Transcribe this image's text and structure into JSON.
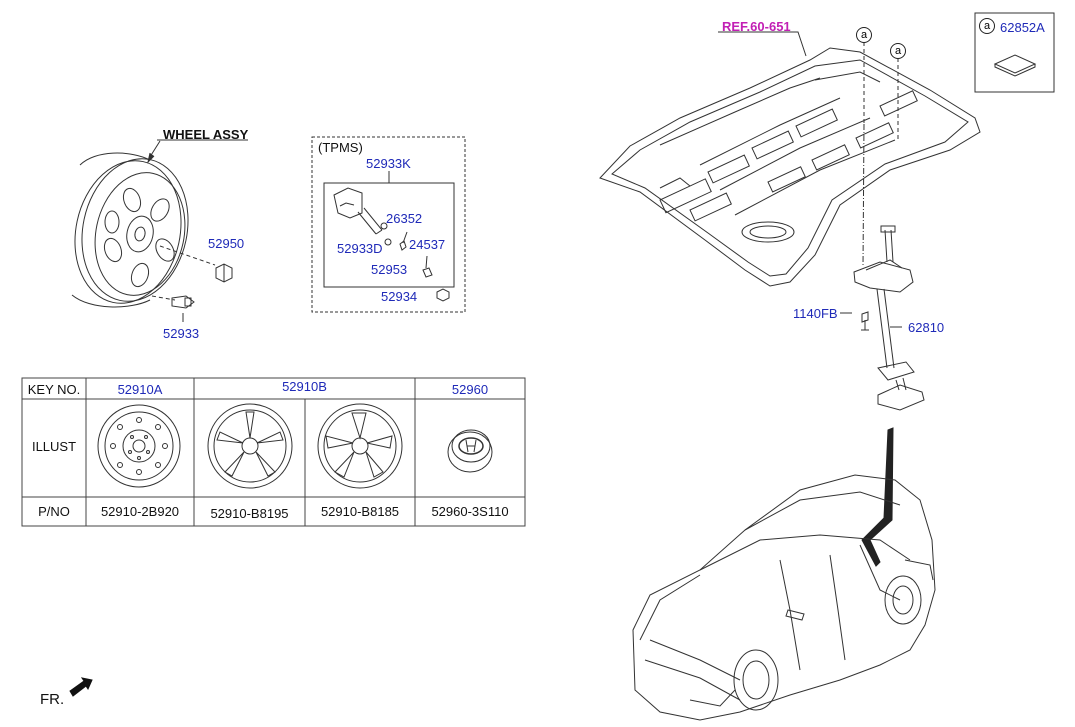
{
  "wheel": {
    "title": "WHEEL ASSY",
    "parts": {
      "nut": "52950",
      "valve": "52933"
    }
  },
  "tpms": {
    "header": "(TPMS)",
    "kit": "52933K",
    "parts": {
      "sensor": "52933D",
      "screw": "26352",
      "grommet": "52953",
      "core": "24537",
      "cap": "52934"
    }
  },
  "floor": {
    "ref": "REF.60-651",
    "marker": "a",
    "parts": {
      "bolt": "1140FB",
      "carrier": "62810"
    }
  },
  "inset": {
    "marker": "a",
    "part": "62852A"
  },
  "table": {
    "row_labels": [
      "KEY NO.",
      "ILLUST",
      "P/NO"
    ],
    "key_nos": [
      "52910A",
      "52910B",
      "52960"
    ],
    "part_numbers": [
      "52910-2B920",
      "52910-B8195",
      "52910-B8185",
      "52960-3S110"
    ]
  },
  "fr_label": "FR.",
  "colors": {
    "part_blue": "#1f2ab8",
    "ref_magenta": "#c21fb4",
    "line": "#333333"
  }
}
